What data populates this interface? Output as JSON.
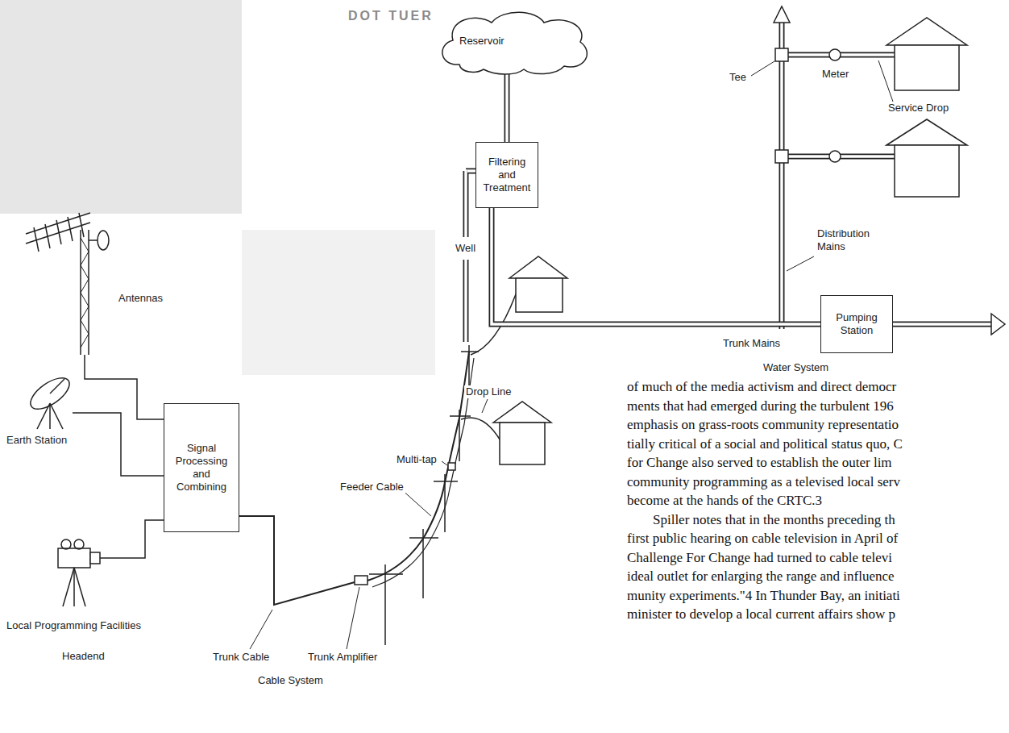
{
  "diagram": {
    "nodes": [
      {
        "text": [
          "Reservoir"
        ]
      },
      {
        "text": [
          "Filtering and Treatment"
        ]
      },
      {
        "text": [
          "Pumping Station"
        ]
      },
      {
        "text": [
          "Signal Processing and Combining"
        ]
      }
    ],
    "edges": [
      {
        "from": 0,
        "to": 1,
        "arrow": "none"
      },
      {
        "from": 1,
        "to": 2,
        "arrow": "none"
      }
    ],
    "labels": [
      "DOT TUER",
      "Tee",
      "Meter",
      "Service Drop",
      "Well",
      "Distribution Mains",
      "Trunk Mains",
      "Water System",
      "Antennas",
      "Drop Line",
      "Earth Station",
      "Multi-tap",
      "Feeder Cable",
      "Local Programming Facilities",
      "Headend",
      "Trunk Cable",
      "Trunk Amplifier",
      "Cable System",
      "of much of the media activism and direct democr",
      "ments that had emerged during the turbulent 196",
      "emphasis on grass-roots community representatio",
      "tially critical of a social and political status quo, C",
      "for Change also served to establish the outer lim",
      "community programming as a televised local serv",
      "become at the hands of the CRTC.3",
      "Spiller notes that in the months preceding th",
      "first public hearing on cable television in April of",
      "Challenge For Change had turned to cable televi",
      "ideal outlet for enlarging the range and influence",
      "munity experiments.\"4 In Thunder Bay, an initiati",
      "minister to develop a local current affairs show p"
    ]
  }
}
